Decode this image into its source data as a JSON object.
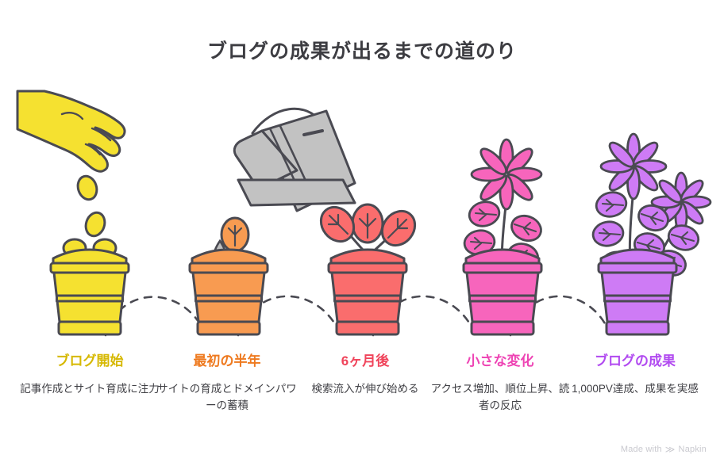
{
  "title": "ブログの成果が出るまでの道のり",
  "watermark": {
    "text": "Made with",
    "brand": "Napkin",
    "mark": "≫"
  },
  "palette": {
    "background": "#ffffff",
    "outline": "#4a4a52",
    "title_color": "#3d3d42",
    "body_text": "#3f3f44",
    "watermark": "#c9c9cf",
    "stage1_fill": "#F5E130",
    "stage1_label": "#D6B800",
    "stage2_fill": "#F89B51",
    "stage2_label": "#EE7A20",
    "stage3_fill": "#FA6D6D",
    "stage3_label": "#F0445B",
    "stage4_fill": "#F765BC",
    "stage4_label": "#EE44B4",
    "stage5_fill": "#CE7BF5",
    "stage5_label": "#B14AF0",
    "watering_can": "#C2C2C2",
    "water_drop": "#BFBFBF"
  },
  "stages": [
    {
      "id": "stage-1",
      "label": "ブログ開始",
      "description": "記事作成とサイト育成に注力",
      "color": "#F5E130",
      "label_color": "#D6B800",
      "icon": "hand-sowing-seeds-icon",
      "plant_state": "seeds"
    },
    {
      "id": "stage-2",
      "label": "最初の半年",
      "description": "サイトの育成とドメインパワーの蓄積",
      "color": "#F89B51",
      "label_color": "#EE7A20",
      "icon": "watering-can-icon",
      "plant_state": "sprout"
    },
    {
      "id": "stage-3",
      "label": "6ヶ月後",
      "description": "検索流入が伸び始める",
      "color": "#FA6D6D",
      "label_color": "#F0445B",
      "icon": "seedling-icon",
      "plant_state": "three-leaves"
    },
    {
      "id": "stage-4",
      "label": "小さな変化",
      "description": "アクセス増加、順位上昇、読者の反応",
      "color": "#F765BC",
      "label_color": "#EE44B4",
      "icon": "flowering-plant-icon",
      "plant_state": "one-flower"
    },
    {
      "id": "stage-5",
      "label": "ブログの成果",
      "description": "1,000PV達成、成果を実感",
      "color": "#CE7BF5",
      "label_color": "#B14AF0",
      "icon": "blooming-plant-icon",
      "plant_state": "two-flowers"
    }
  ]
}
